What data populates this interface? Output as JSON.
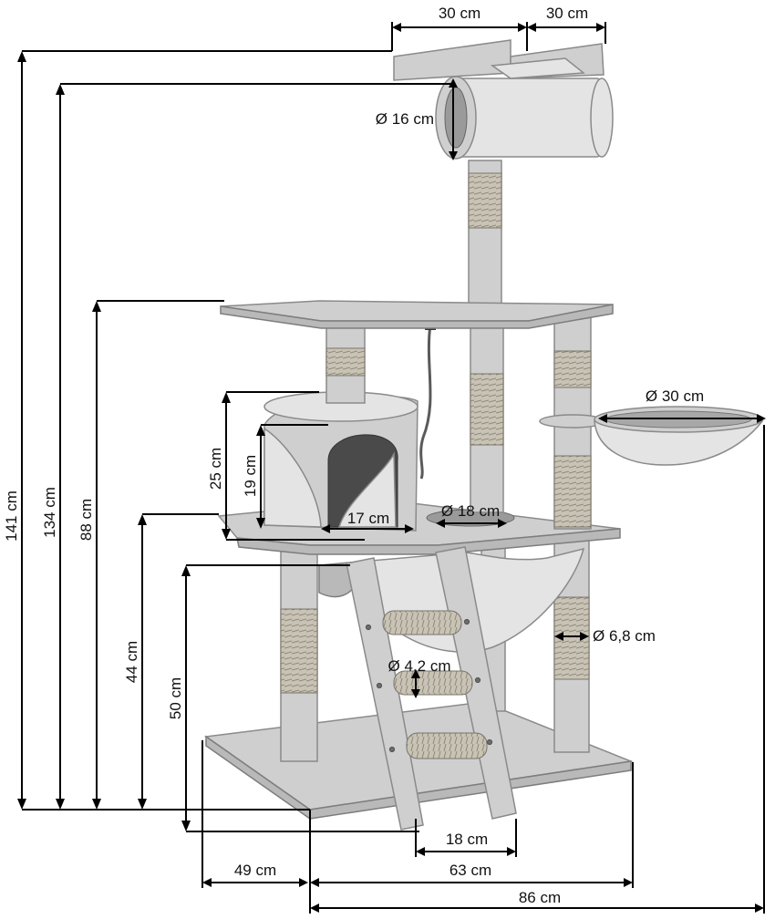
{
  "dimensions": {
    "top_platform_width": "30 cm",
    "top_extension_width": "30 cm",
    "tunnel_diameter": "Ø 16 cm",
    "total_height_141": "141 cm",
    "height_134": "134 cm",
    "height_88": "88 cm",
    "house_outer_height": "25 cm",
    "house_inner_height": "19 cm",
    "house_width": "17 cm",
    "bowl_hole_diameter": "Ø 18 cm",
    "basket_diameter": "Ø 30 cm",
    "post_diameter": "Ø 6,8 cm",
    "ladder_rung_diameter": "Ø 4,2 cm",
    "height_44": "44 cm",
    "height_50": "50 cm",
    "ladder_width": "18 cm",
    "base_depth": "49 cm",
    "base_width": "63 cm",
    "total_width": "86 cm"
  }
}
